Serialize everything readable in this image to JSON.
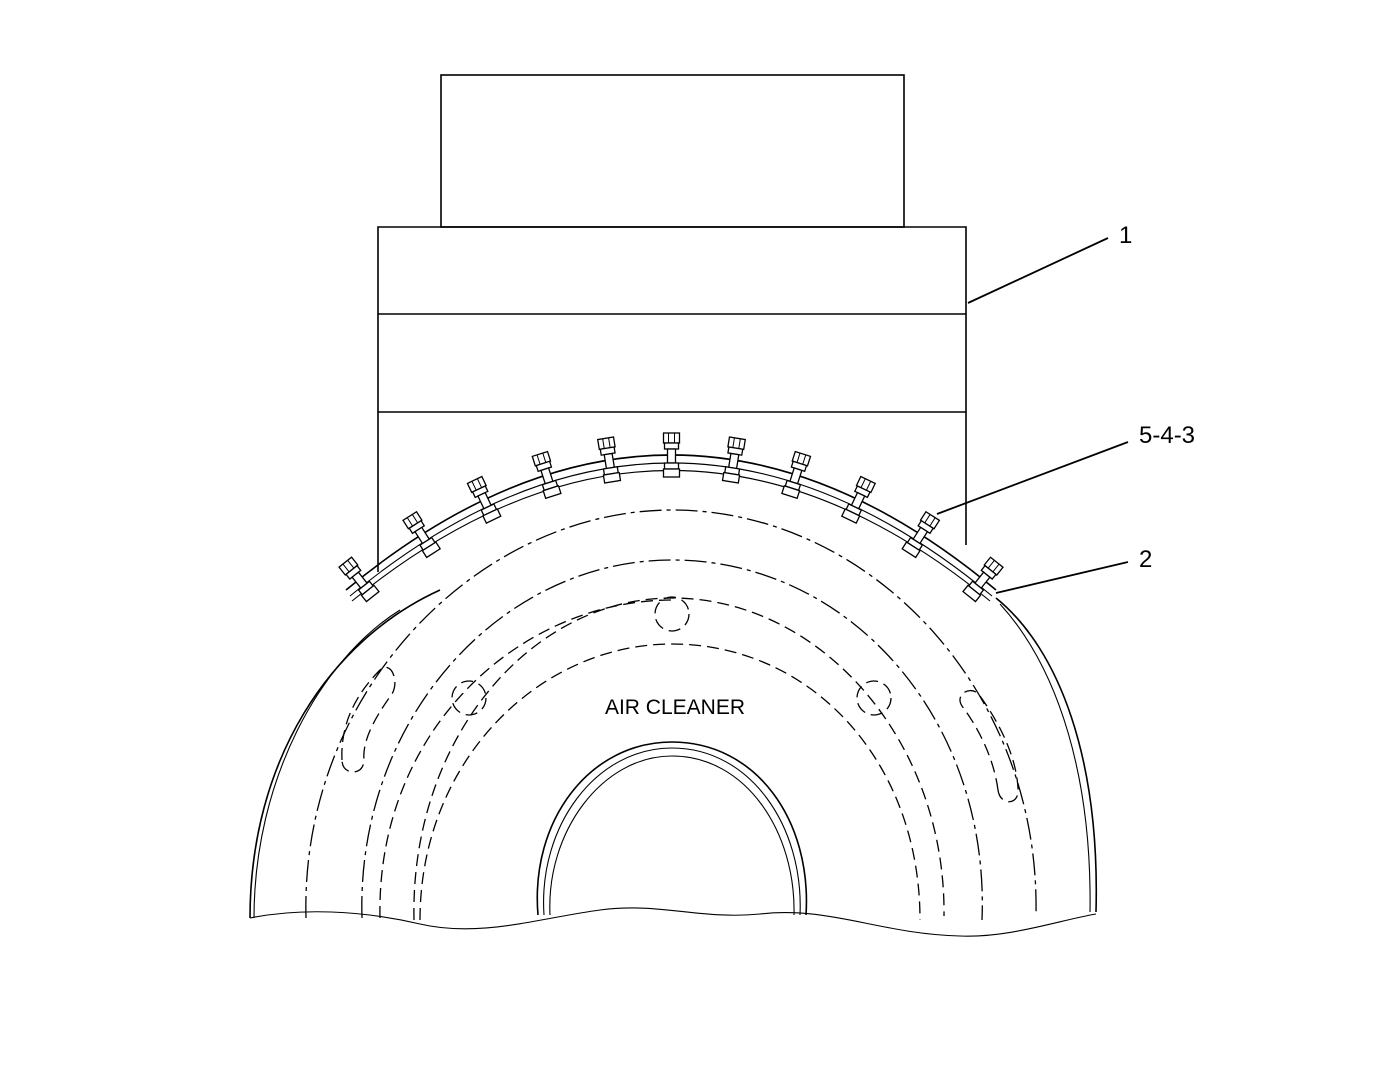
{
  "diagram": {
    "center_label": "AIR CLEANER",
    "callouts": [
      {
        "id": "callout-1",
        "label": "1"
      },
      {
        "id": "callout-5-4-3",
        "label": "5-4-3"
      },
      {
        "id": "callout-2",
        "label": "2"
      }
    ],
    "bolt_count": 11
  },
  "colors": {
    "line": "#000000",
    "background": "#ffffff"
  }
}
